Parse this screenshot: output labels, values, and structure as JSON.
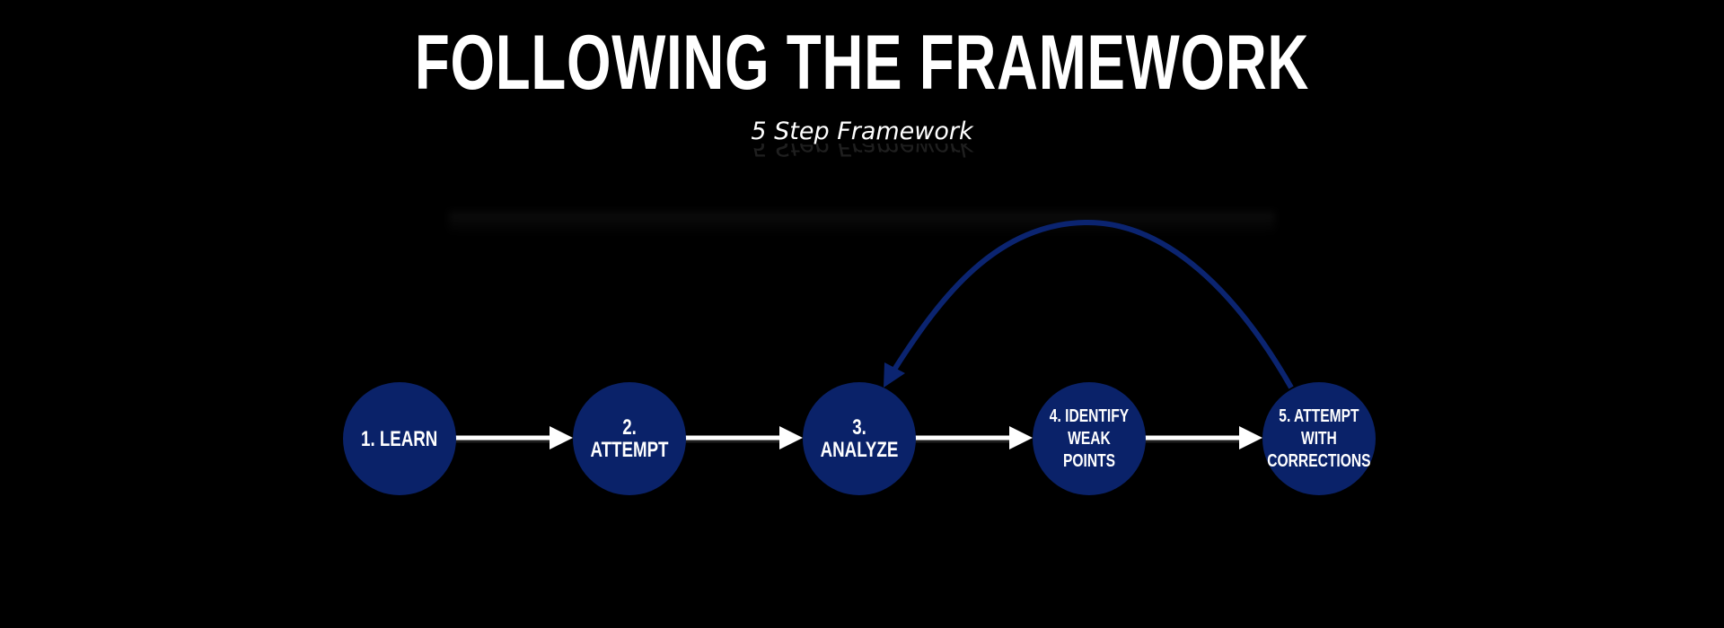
{
  "slide": {
    "title": "FOLLOWING THE FRAMEWORK",
    "subtitle": "5 Step Framework"
  },
  "steps": [
    {
      "label": "1. LEARN"
    },
    {
      "label": "2. ATTEMPT"
    },
    {
      "label": "3. ANALYZE"
    },
    {
      "label": "4. IDENTIFY\nWEAK POINTS"
    },
    {
      "label": "5. ATTEMPT\nWITH\nCORRECTIONS"
    }
  ],
  "colors": {
    "background": "#000000",
    "circle_fill": "#0a2269",
    "loop_arrow": "#0b2470",
    "arrow": "#ffffff",
    "text": "#ffffff"
  },
  "connections": [
    {
      "from": "1. LEARN",
      "to": "2. ATTEMPT",
      "style": "straight"
    },
    {
      "from": "2. ATTEMPT",
      "to": "3. ANALYZE",
      "style": "straight"
    },
    {
      "from": "3. ANALYZE",
      "to": "4. IDENTIFY WEAK POINTS",
      "style": "straight"
    },
    {
      "from": "4. IDENTIFY WEAK POINTS",
      "to": "5. ATTEMPT WITH CORRECTIONS",
      "style": "straight"
    },
    {
      "from": "5. ATTEMPT WITH CORRECTIONS",
      "to": "3. ANALYZE",
      "style": "curved-loop"
    }
  ]
}
